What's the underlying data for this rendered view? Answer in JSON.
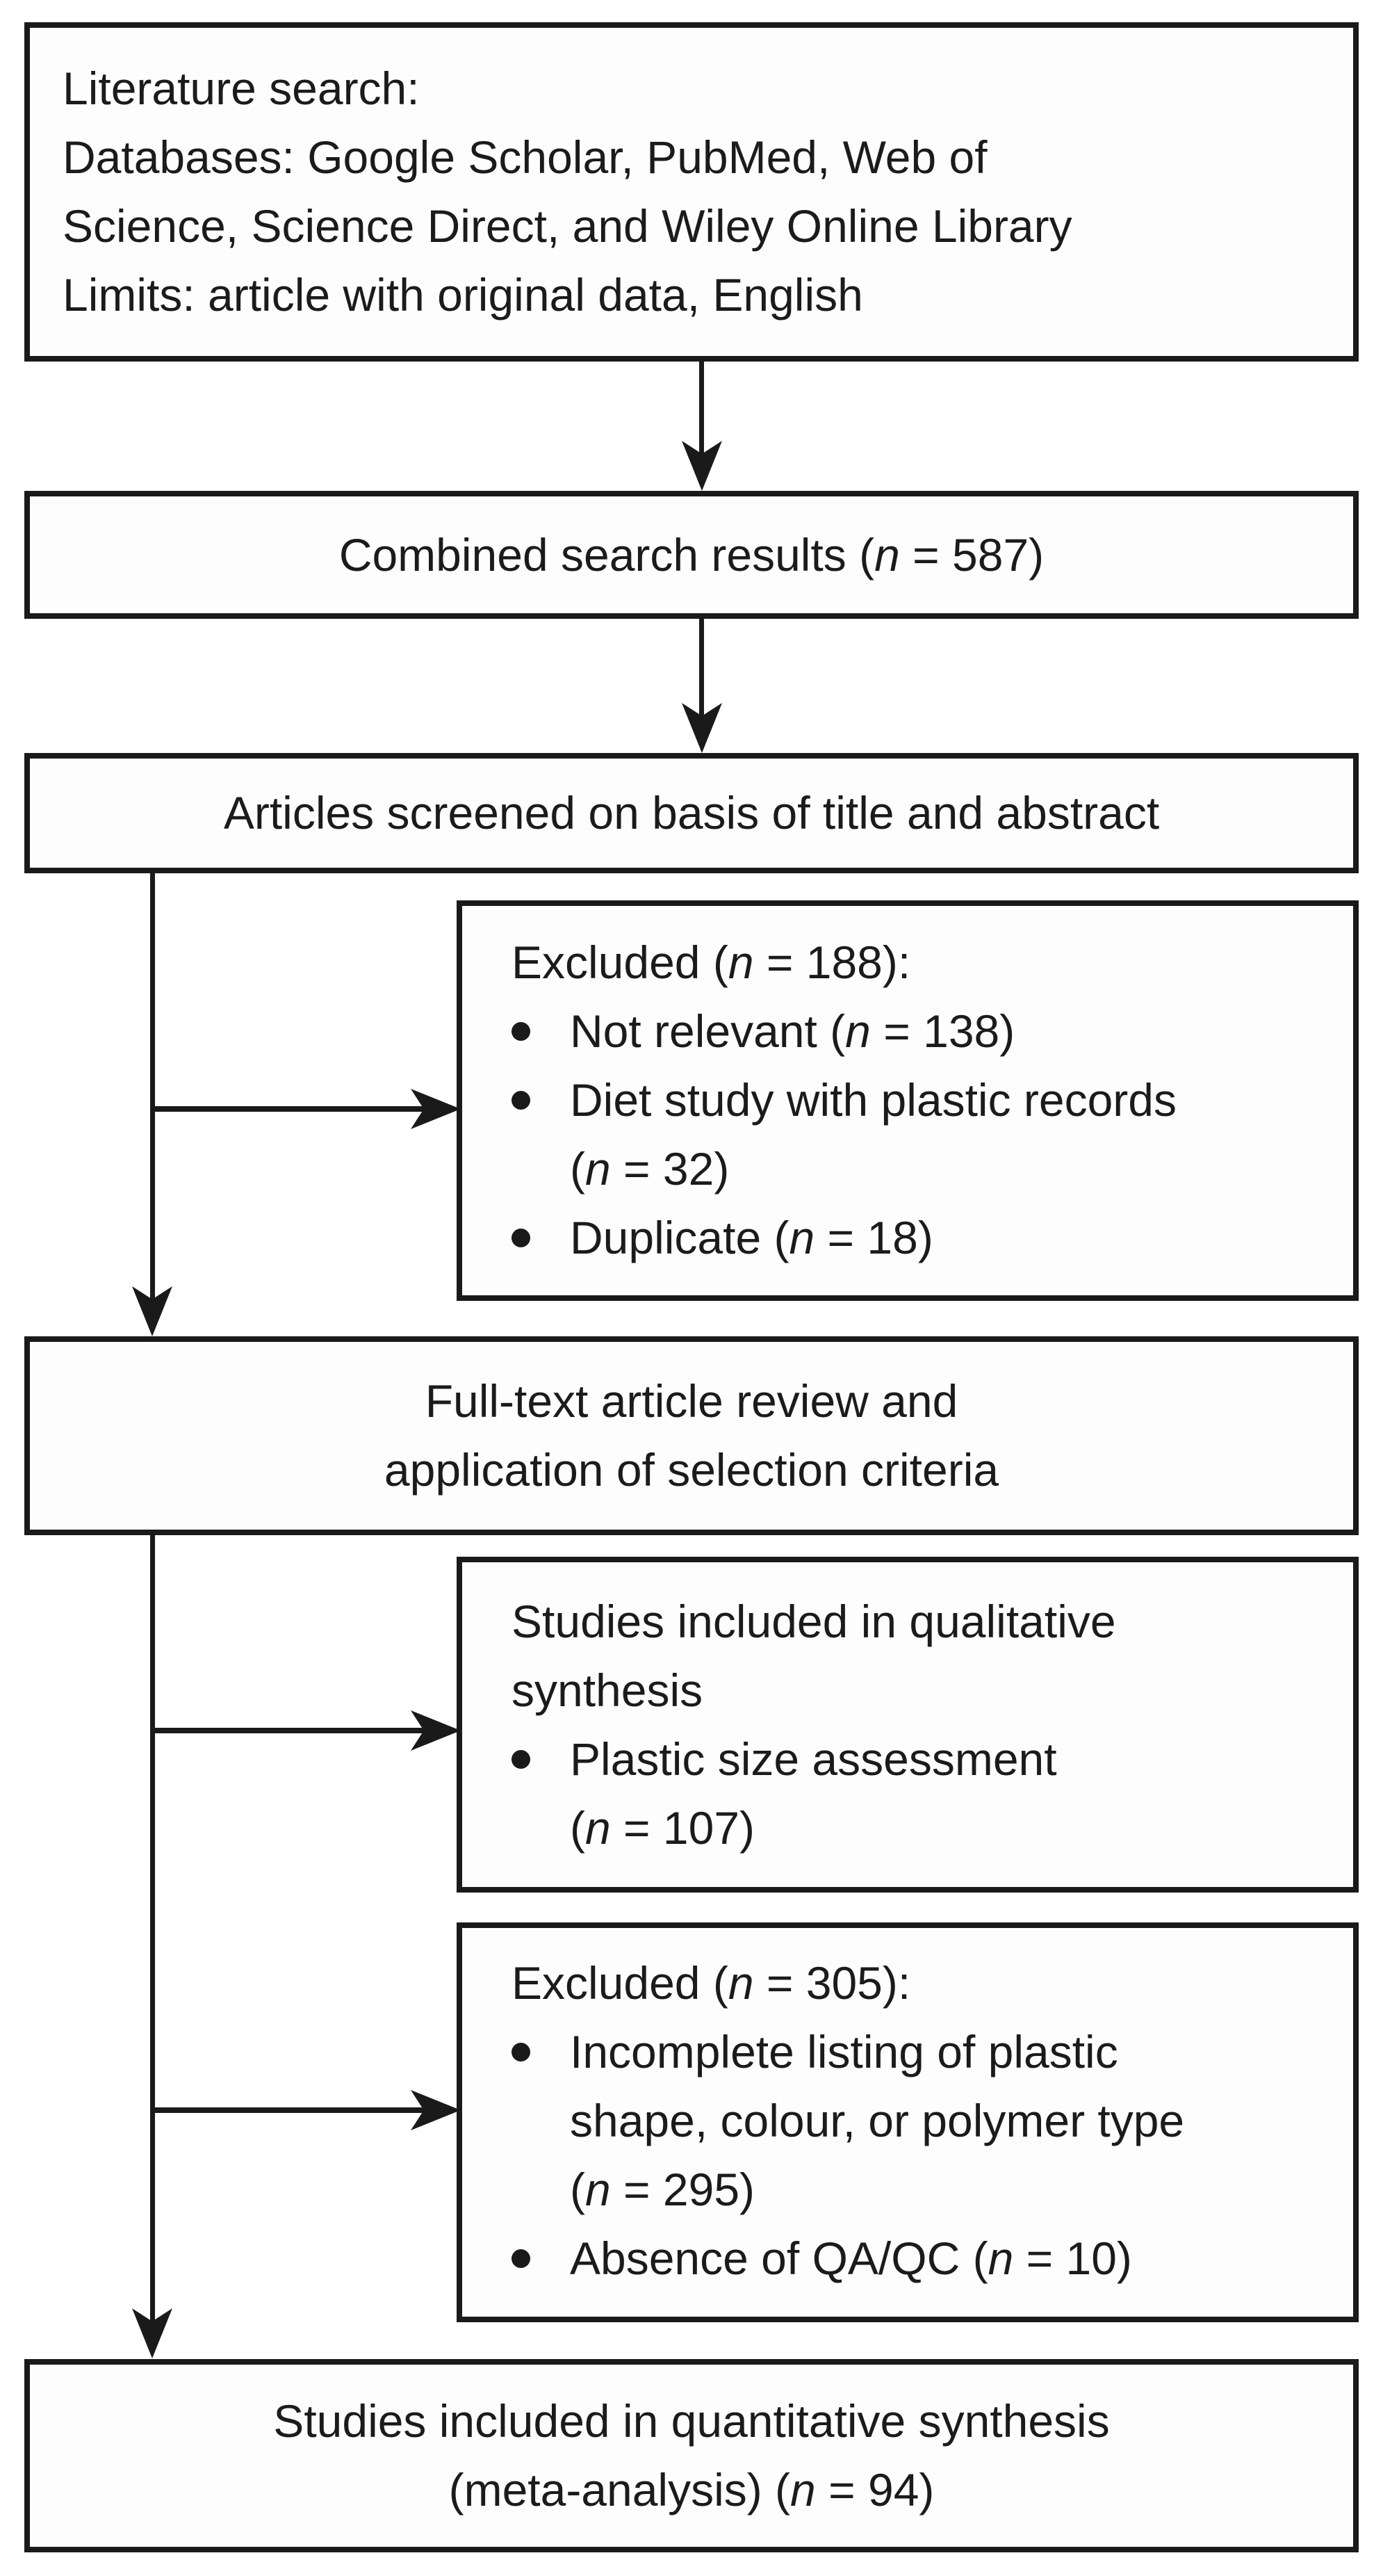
{
  "colors": {
    "line": "#1a1a1a",
    "background": "#ffffff",
    "box_background": "#fdfdfd",
    "text": "#1b1b1b"
  },
  "boxes": {
    "literature_search": {
      "lines": [
        "Literature search:",
        "Databases: Google Scholar, PubMed, Web of",
        "Science, Science Direct, and Wiley Online Library",
        "Limits: article with original data, English"
      ]
    },
    "combined_results": {
      "text": "Combined search results (n = 587)"
    },
    "screened": {
      "text": "Articles screened on basis of title and abstract"
    },
    "excluded_title_abstract": {
      "title": "Excluded (n = 188):",
      "bullets": [
        {
          "lines": [
            "Not relevant (n = 138)"
          ]
        },
        {
          "lines": [
            "Diet study with plastic records",
            "(n = 32)"
          ]
        },
        {
          "lines": [
            "Duplicate (n = 18)"
          ]
        }
      ]
    },
    "full_text_review": {
      "lines": [
        "Full-text article review and",
        "application of selection criteria"
      ]
    },
    "qualitative": {
      "lines": [
        "Studies included in qualitative",
        "synthesis"
      ],
      "bullets": [
        {
          "lines": [
            "Plastic size assessment",
            "(n = 107)"
          ]
        }
      ]
    },
    "excluded_full_text": {
      "title": "Excluded (n = 305):",
      "bullets": [
        {
          "lines": [
            "Incomplete listing of plastic",
            "shape, colour, or polymer type",
            "(n = 295)"
          ]
        },
        {
          "lines": [
            "Absence of QA/QC (n = 10)"
          ]
        }
      ]
    },
    "quantitative": {
      "lines": [
        "Studies included in quantitative synthesis",
        "(meta-analysis) (n = 94)"
      ]
    }
  }
}
